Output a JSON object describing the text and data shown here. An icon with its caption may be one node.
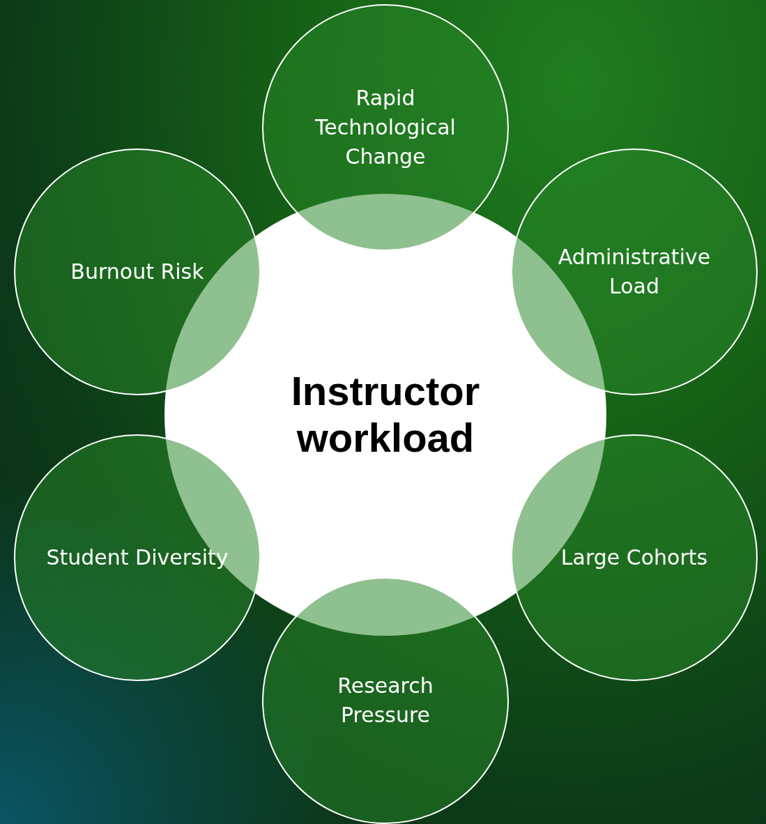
{
  "diagram": {
    "nodes": [
      {
        "text": [
          "Instructor workload"
        ]
      },
      {
        "text": [
          "Rapid Technological Change"
        ]
      },
      {
        "text": [
          "Administrative Load"
        ]
      },
      {
        "text": [
          "Large Cohorts"
        ]
      },
      {
        "text": [
          "Research Pressure"
        ]
      },
      {
        "text": [
          "Student Diversity"
        ]
      },
      {
        "text": [
          "Burnout Risk"
        ]
      }
    ]
  }
}
